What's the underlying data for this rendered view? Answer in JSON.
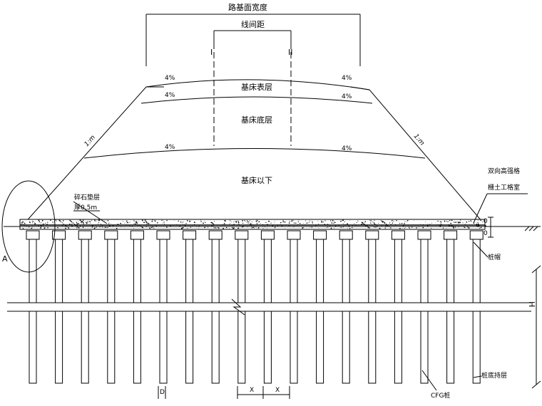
{
  "labels": {
    "top_width": "路基面宽度",
    "track_spacing": "线间距",
    "track_left": "I",
    "track_right": "II",
    "layer_surface": "基床表层",
    "layer_bottom": "基床底层",
    "layer_below": "基床以下",
    "gravel_cushion_line1": "碎石垫层",
    "gravel_cushion_line2": "厚0.5m",
    "geogrid_line1": "双向高强格",
    "geogrid_line2": "栅土工格室",
    "pile_cap": "桩帽",
    "pile_bottom_layer": "桩底持层",
    "cfg_pile": "CFG桩",
    "detail_mark": "A",
    "pile_diameter": "D",
    "pile_spacing_1": "X",
    "pile_spacing_2": "X",
    "pile_length": "H",
    "cross_slope_1": "4%",
    "cross_slope_2": "4%",
    "cross_slope_3": "4%",
    "cross_slope_4": "4%",
    "cross_slope_5": "4%",
    "cross_slope_6": "4%",
    "slope_ratio_left": "1:m",
    "slope_ratio_right": "1:m",
    "dim_small_1": "0",
    "dim_small_2": "0"
  },
  "colors": {
    "line": "#000000",
    "background": "#ffffff"
  }
}
